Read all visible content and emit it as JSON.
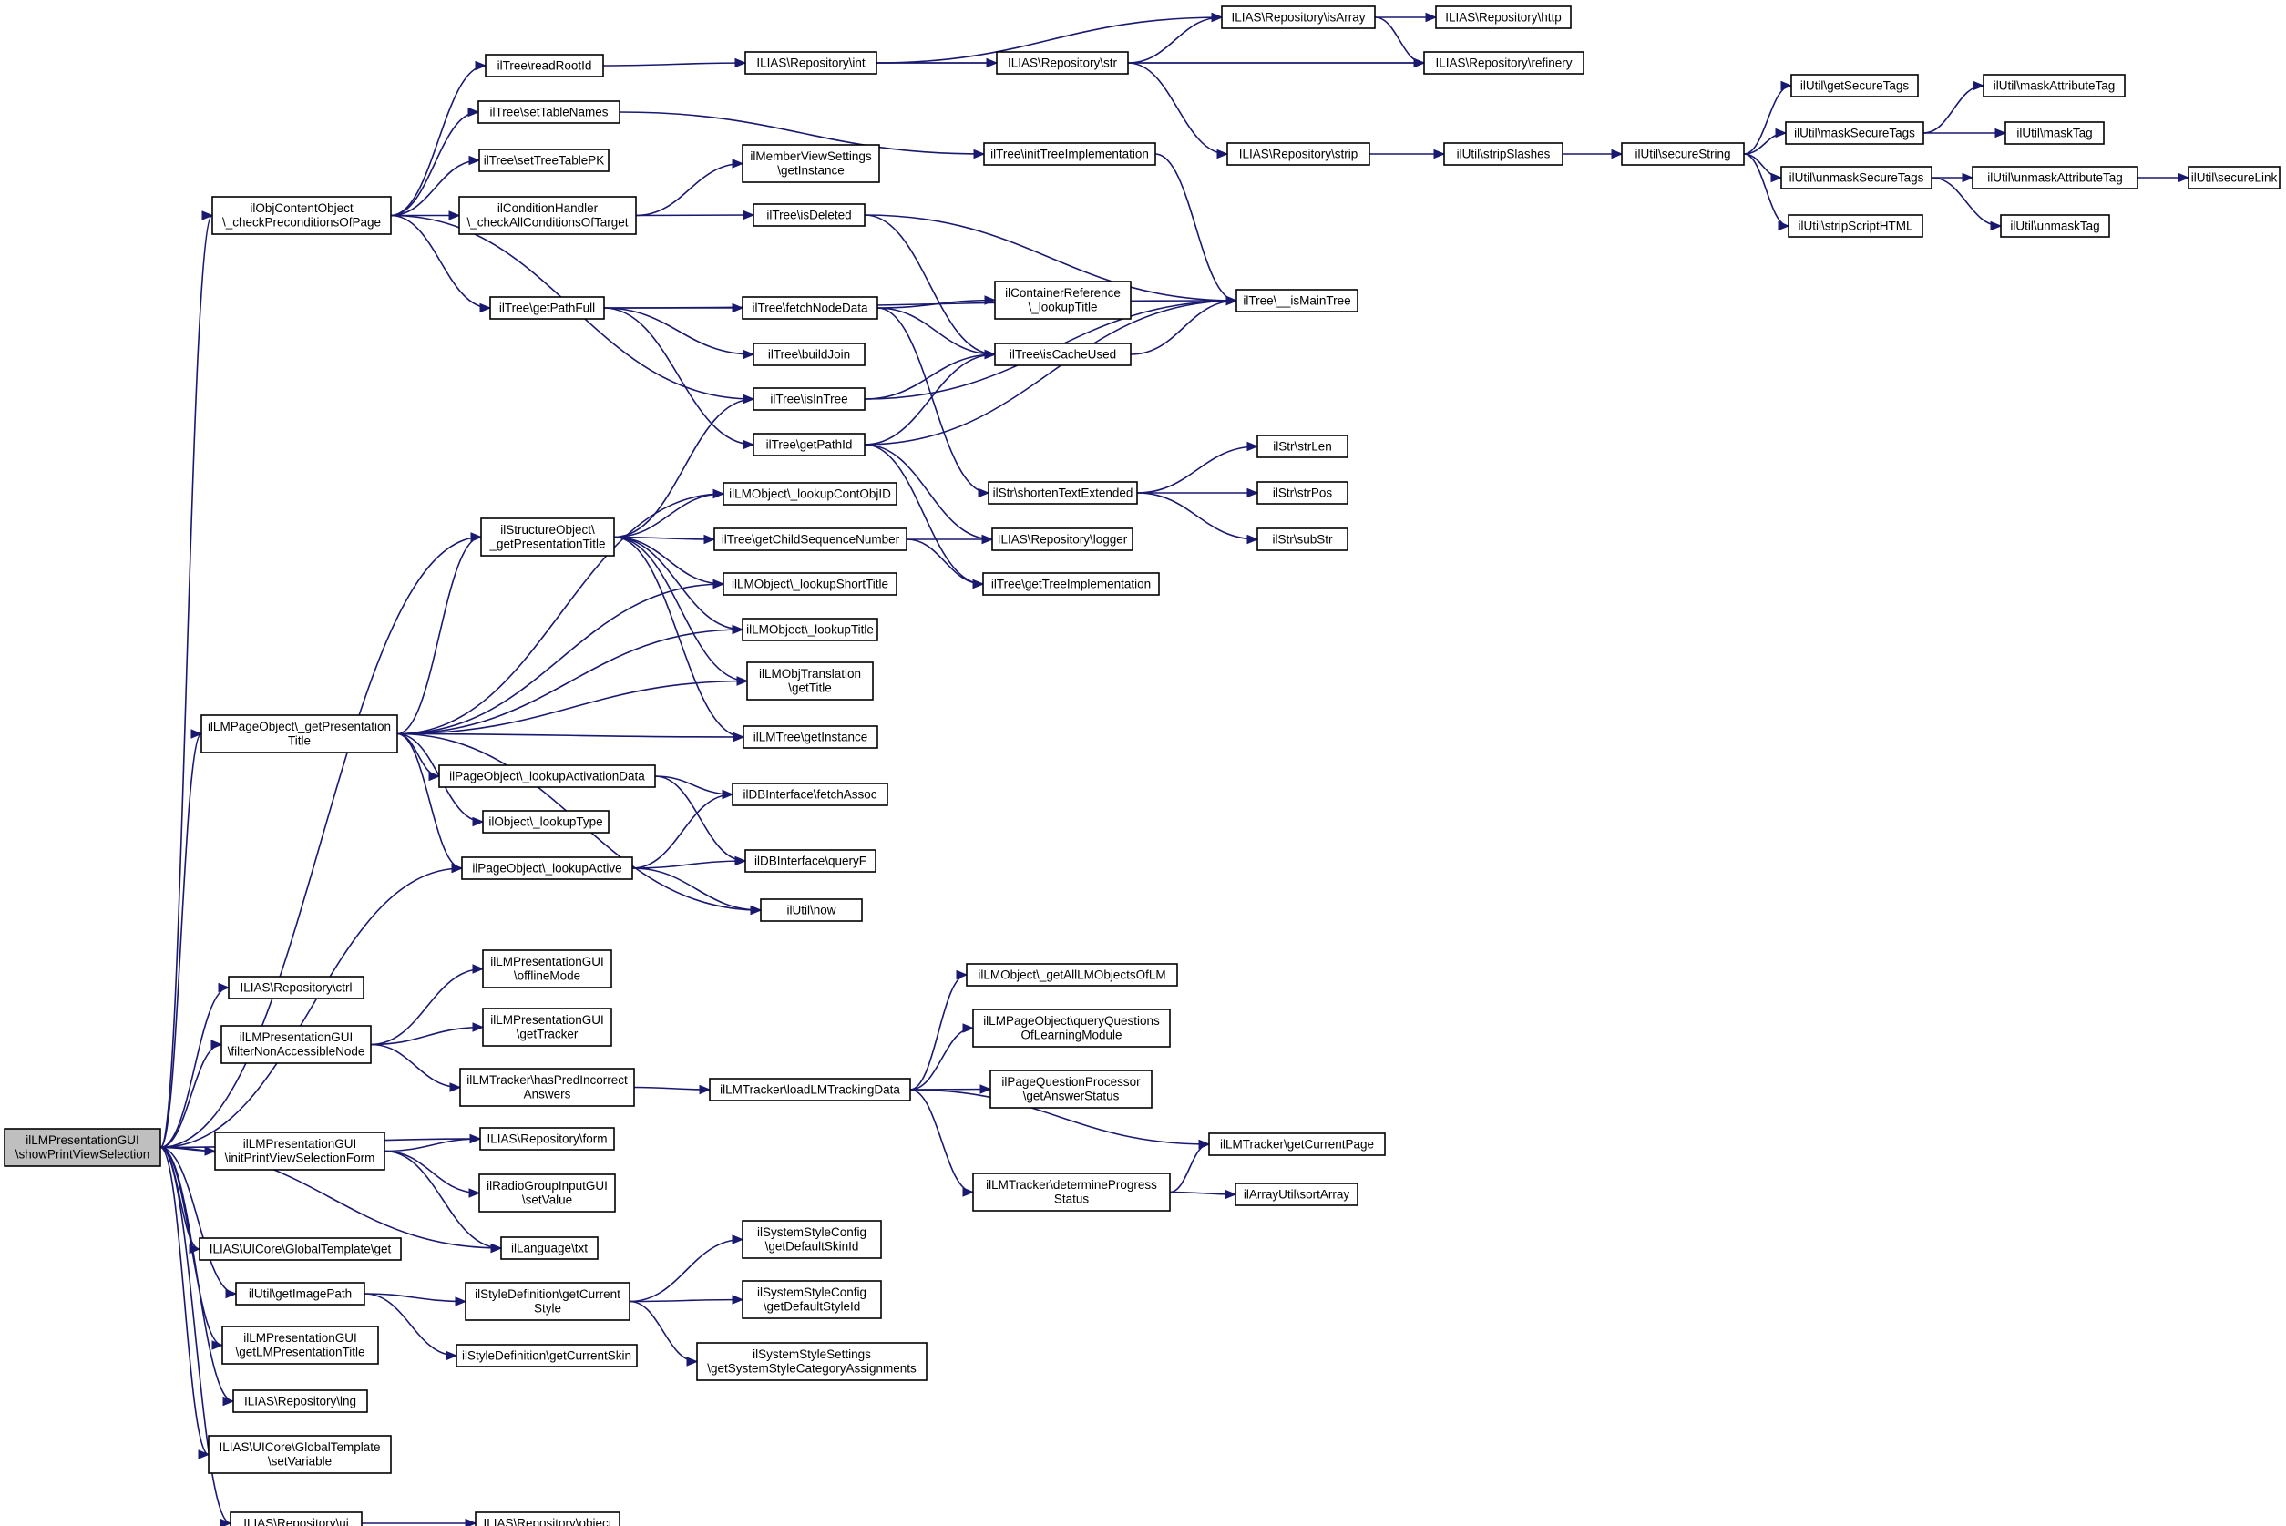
{
  "diagram": {
    "nodes": [
      {
        "id": "root",
        "lines": [
          "ilLMPresentationGUI",
          "\\showPrintViewSelection"
        ],
        "root": true
      },
      {
        "id": "n1",
        "lines": [
          "ilObjContentObject",
          "\\_checkPreconditionsOfPage"
        ]
      },
      {
        "id": "n2",
        "lines": [
          "ilLMPageObject\\_getPresentation",
          "Title"
        ]
      },
      {
        "id": "n3",
        "lines": [
          "ilPageObject\\_lookupActive"
        ]
      },
      {
        "id": "n4",
        "lines": [
          "ILIAS\\Repository\\ctrl"
        ]
      },
      {
        "id": "n5",
        "lines": [
          "ilLMPresentationGUI",
          "\\filterNonAccessibleNode"
        ]
      },
      {
        "id": "n6",
        "lines": [
          "ilLMPresentationGUI",
          "\\initPrintViewSelectionForm"
        ]
      },
      {
        "id": "n7",
        "lines": [
          "ILIAS\\UICore\\GlobalTemplate\\get"
        ]
      },
      {
        "id": "n8",
        "lines": [
          "ilUtil\\getImagePath"
        ]
      },
      {
        "id": "n9",
        "lines": [
          "ilLMPresentationGUI",
          "\\getLMPresentationTitle"
        ]
      },
      {
        "id": "n10",
        "lines": [
          "ILIAS\\Repository\\lng"
        ]
      },
      {
        "id": "n11",
        "lines": [
          "ILIAS\\UICore\\GlobalTemplate",
          "\\setVariable"
        ]
      },
      {
        "id": "n12",
        "lines": [
          "ILIAS\\Repository\\ui"
        ]
      },
      {
        "id": "n13",
        "lines": [
          "ilTree\\readRootId"
        ]
      },
      {
        "id": "n14",
        "lines": [
          "ilTree\\setTableNames"
        ]
      },
      {
        "id": "n15",
        "lines": [
          "ilTree\\setTreeTablePK"
        ]
      },
      {
        "id": "n16",
        "lines": [
          "ilConditionHandler",
          "\\_checkAllConditionsOfTarget"
        ]
      },
      {
        "id": "n17",
        "lines": [
          "ilTree\\getPathFull"
        ]
      },
      {
        "id": "n18",
        "lines": [
          "ilStructureObject\\",
          "_getPresentationTitle"
        ]
      },
      {
        "id": "n19",
        "lines": [
          "ilPageObject\\_lookupActivationData"
        ]
      },
      {
        "id": "n20",
        "lines": [
          "ilObject\\_lookupType"
        ]
      },
      {
        "id": "n21",
        "lines": [
          "ilLMPresentationGUI",
          "\\offlineMode"
        ]
      },
      {
        "id": "n22",
        "lines": [
          "ilLMPresentationGUI",
          "\\getTracker"
        ]
      },
      {
        "id": "n23",
        "lines": [
          "ilLMTracker\\hasPredIncorrect",
          "Answers"
        ]
      },
      {
        "id": "n24",
        "lines": [
          "ILIAS\\Repository\\form"
        ]
      },
      {
        "id": "n25",
        "lines": [
          "ilRadioGroupInputGUI",
          "\\setValue"
        ]
      },
      {
        "id": "n26",
        "lines": [
          "ilLanguage\\txt"
        ]
      },
      {
        "id": "n27",
        "lines": [
          "ilStyleDefinition\\getCurrent",
          "Style"
        ]
      },
      {
        "id": "n28",
        "lines": [
          "ilStyleDefinition\\getCurrentSkin"
        ]
      },
      {
        "id": "n29",
        "lines": [
          "ILIAS\\Repository\\object"
        ]
      },
      {
        "id": "n30",
        "lines": [
          "ILIAS\\Repository\\int"
        ]
      },
      {
        "id": "n31",
        "lines": [
          "ilMemberViewSettings",
          "\\getInstance"
        ]
      },
      {
        "id": "n32",
        "lines": [
          "ilTree\\isDeleted"
        ]
      },
      {
        "id": "n33",
        "lines": [
          "ilTree\\fetchNodeData"
        ]
      },
      {
        "id": "n34",
        "lines": [
          "ilTree\\buildJoin"
        ]
      },
      {
        "id": "n35",
        "lines": [
          "ilTree\\isInTree"
        ]
      },
      {
        "id": "n36",
        "lines": [
          "ilTree\\getPathId"
        ]
      },
      {
        "id": "n37",
        "lines": [
          "ilLMObject\\_lookupContObjID"
        ]
      },
      {
        "id": "n38",
        "lines": [
          "ilTree\\getChildSequenceNumber"
        ]
      },
      {
        "id": "n39",
        "lines": [
          "ilLMObject\\_lookupShortTitle"
        ]
      },
      {
        "id": "n40",
        "lines": [
          "ilLMObject\\_lookupTitle"
        ]
      },
      {
        "id": "n41",
        "lines": [
          "ilLMObjTranslation",
          "\\getTitle"
        ]
      },
      {
        "id": "n42",
        "lines": [
          "ilLMTree\\getInstance"
        ]
      },
      {
        "id": "n43",
        "lines": [
          "ilDBInterface\\fetchAssoc"
        ]
      },
      {
        "id": "n44",
        "lines": [
          "ilDBInterface\\queryF"
        ]
      },
      {
        "id": "n45",
        "lines": [
          "ilUtil\\now"
        ]
      },
      {
        "id": "n46",
        "lines": [
          "ilLMTracker\\loadLMTrackingData"
        ]
      },
      {
        "id": "n47",
        "lines": [
          "ilSystemStyleConfig",
          "\\getDefaultSkinId"
        ]
      },
      {
        "id": "n48",
        "lines": [
          "ilSystemStyleConfig",
          "\\getDefaultStyleId"
        ]
      },
      {
        "id": "n49",
        "lines": [
          "ilSystemStyleSettings",
          "\\getSystemStyleCategoryAssignments"
        ]
      },
      {
        "id": "n50",
        "lines": [
          "ILIAS\\Repository\\str"
        ]
      },
      {
        "id": "n51",
        "lines": [
          "ILIAS\\Repository\\isArray"
        ]
      },
      {
        "id": "n52",
        "lines": [
          "ILIAS\\Repository\\refinery"
        ]
      },
      {
        "id": "n53",
        "lines": [
          "ilTree\\initTreeImplementation"
        ]
      },
      {
        "id": "n54",
        "lines": [
          "ilContainerReference",
          "\\_lookupTitle"
        ]
      },
      {
        "id": "n55",
        "lines": [
          "ilTree\\isCacheUsed"
        ]
      },
      {
        "id": "n56",
        "lines": [
          "ilStr\\shortenTextExtended"
        ]
      },
      {
        "id": "n57",
        "lines": [
          "ILIAS\\Repository\\logger"
        ]
      },
      {
        "id": "n58",
        "lines": [
          "ilTree\\getTreeImplementation"
        ]
      },
      {
        "id": "n59",
        "lines": [
          "ilLMObject\\_getAllLMObjectsOfLM"
        ]
      },
      {
        "id": "n60",
        "lines": [
          "ilLMPageObject\\queryQuestions",
          "OfLearningModule"
        ]
      },
      {
        "id": "n61",
        "lines": [
          "ilPageQuestionProcessor",
          "\\getAnswerStatus"
        ]
      },
      {
        "id": "n62",
        "lines": [
          "ilLMTracker\\determineProgress",
          "Status"
        ]
      },
      {
        "id": "n63",
        "lines": [
          "ILIAS\\Repository\\http"
        ]
      },
      {
        "id": "n64",
        "lines": [
          "ILIAS\\Repository\\strip"
        ]
      },
      {
        "id": "n65",
        "lines": [
          "ilTree\\__isMainTree"
        ]
      },
      {
        "id": "n66",
        "lines": [
          "ilStr\\strLen"
        ]
      },
      {
        "id": "n67",
        "lines": [
          "ilStr\\strPos"
        ]
      },
      {
        "id": "n68",
        "lines": [
          "ilStr\\subStr"
        ]
      },
      {
        "id": "n69",
        "lines": [
          "ilLMTracker\\getCurrentPage"
        ]
      },
      {
        "id": "n70",
        "lines": [
          "ilArrayUtil\\sortArray"
        ]
      },
      {
        "id": "n71",
        "lines": [
          "ilUtil\\stripSlashes"
        ]
      },
      {
        "id": "n72",
        "lines": [
          "ilUtil\\secureString"
        ]
      },
      {
        "id": "n73",
        "lines": [
          "ilUtil\\getSecureTags"
        ]
      },
      {
        "id": "n74",
        "lines": [
          "ilUtil\\maskSecureTags"
        ]
      },
      {
        "id": "n75",
        "lines": [
          "ilUtil\\unmaskSecureTags"
        ]
      },
      {
        "id": "n76",
        "lines": [
          "ilUtil\\stripScriptHTML"
        ]
      },
      {
        "id": "n77",
        "lines": [
          "ilUtil\\maskAttributeTag"
        ]
      },
      {
        "id": "n78",
        "lines": [
          "ilUtil\\maskTag"
        ]
      },
      {
        "id": "n79",
        "lines": [
          "ilUtil\\unmaskAttributeTag"
        ]
      },
      {
        "id": "n80",
        "lines": [
          "ilUtil\\unmaskTag"
        ]
      },
      {
        "id": "n81",
        "lines": [
          "ilUtil\\secureLink"
        ]
      }
    ],
    "edges": [
      [
        "root",
        "n1"
      ],
      [
        "root",
        "n2"
      ],
      [
        "root",
        "n3"
      ],
      [
        "root",
        "n4"
      ],
      [
        "root",
        "n5"
      ],
      [
        "root",
        "n6"
      ],
      [
        "root",
        "n7"
      ],
      [
        "root",
        "n8"
      ],
      [
        "root",
        "n9"
      ],
      [
        "root",
        "n10"
      ],
      [
        "root",
        "n11"
      ],
      [
        "root",
        "n12"
      ],
      [
        "root",
        "n18"
      ],
      [
        "root",
        "n24"
      ],
      [
        "root",
        "n26"
      ],
      [
        "n1",
        "n13"
      ],
      [
        "n1",
        "n14"
      ],
      [
        "n1",
        "n15"
      ],
      [
        "n1",
        "n16"
      ],
      [
        "n1",
        "n17"
      ],
      [
        "n1",
        "n35"
      ],
      [
        "n13",
        "n30"
      ],
      [
        "n14",
        "n53"
      ],
      [
        "n16",
        "n31"
      ],
      [
        "n16",
        "n32"
      ],
      [
        "n17",
        "n65"
      ],
      [
        "n17",
        "n33"
      ],
      [
        "n17",
        "n34"
      ],
      [
        "n17",
        "n36"
      ],
      [
        "n30",
        "n51"
      ],
      [
        "n30",
        "n50"
      ],
      [
        "n30",
        "n52"
      ],
      [
        "n50",
        "n51"
      ],
      [
        "n50",
        "n52"
      ],
      [
        "n50",
        "n64"
      ],
      [
        "n51",
        "n63"
      ],
      [
        "n51",
        "n52"
      ],
      [
        "n64",
        "n71"
      ],
      [
        "n71",
        "n72"
      ],
      [
        "n72",
        "n73"
      ],
      [
        "n72",
        "n74"
      ],
      [
        "n72",
        "n75"
      ],
      [
        "n72",
        "n76"
      ],
      [
        "n74",
        "n77"
      ],
      [
        "n74",
        "n78"
      ],
      [
        "n75",
        "n79"
      ],
      [
        "n75",
        "n80"
      ],
      [
        "n79",
        "n81"
      ],
      [
        "n53",
        "n65"
      ],
      [
        "n32",
        "n65"
      ],
      [
        "n32",
        "n55"
      ],
      [
        "n33",
        "n54"
      ],
      [
        "n33",
        "n55"
      ],
      [
        "n33",
        "n56"
      ],
      [
        "n55",
        "n65"
      ],
      [
        "n35",
        "n55"
      ],
      [
        "n35",
        "n65"
      ],
      [
        "n36",
        "n55"
      ],
      [
        "n36",
        "n65"
      ],
      [
        "n36",
        "n57"
      ],
      [
        "n36",
        "n58"
      ],
      [
        "n56",
        "n66"
      ],
      [
        "n56",
        "n67"
      ],
      [
        "n56",
        "n68"
      ],
      [
        "n2",
        "n18"
      ],
      [
        "n2",
        "n37"
      ],
      [
        "n2",
        "n39"
      ],
      [
        "n2",
        "n40"
      ],
      [
        "n2",
        "n41"
      ],
      [
        "n2",
        "n42"
      ],
      [
        "n2",
        "n19"
      ],
      [
        "n2",
        "n20"
      ],
      [
        "n2",
        "n3"
      ],
      [
        "n2",
        "n45"
      ],
      [
        "n18",
        "n37"
      ],
      [
        "n18",
        "n38"
      ],
      [
        "n18",
        "n39"
      ],
      [
        "n18",
        "n40"
      ],
      [
        "n18",
        "n41"
      ],
      [
        "n18",
        "n42"
      ],
      [
        "n18",
        "n35"
      ],
      [
        "n38",
        "n57"
      ],
      [
        "n38",
        "n58"
      ],
      [
        "n19",
        "n43"
      ],
      [
        "n19",
        "n44"
      ],
      [
        "n3",
        "n43"
      ],
      [
        "n3",
        "n44"
      ],
      [
        "n3",
        "n45"
      ],
      [
        "n5",
        "n21"
      ],
      [
        "n5",
        "n22"
      ],
      [
        "n5",
        "n23"
      ],
      [
        "n23",
        "n46"
      ],
      [
        "n46",
        "n59"
      ],
      [
        "n46",
        "n60"
      ],
      [
        "n46",
        "n61"
      ],
      [
        "n46",
        "n69"
      ],
      [
        "n46",
        "n62"
      ],
      [
        "n62",
        "n69"
      ],
      [
        "n62",
        "n70"
      ],
      [
        "n6",
        "n24"
      ],
      [
        "n6",
        "n25"
      ],
      [
        "n6",
        "n26"
      ],
      [
        "n8",
        "n27"
      ],
      [
        "n8",
        "n28"
      ],
      [
        "n27",
        "n47"
      ],
      [
        "n27",
        "n48"
      ],
      [
        "n27",
        "n49"
      ],
      [
        "n12",
        "n29"
      ]
    ]
  }
}
